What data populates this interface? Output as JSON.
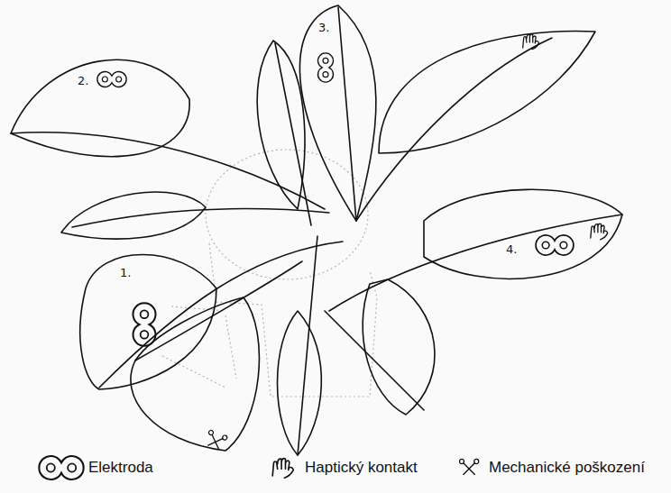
{
  "diagram": {
    "labels": [
      "3.",
      "2.",
      "4.",
      "1."
    ],
    "legend": [
      {
        "text": "Elektroda"
      },
      {
        "text": "Haptický kontakt"
      },
      {
        "text": "Mechanické poškození"
      }
    ]
  }
}
